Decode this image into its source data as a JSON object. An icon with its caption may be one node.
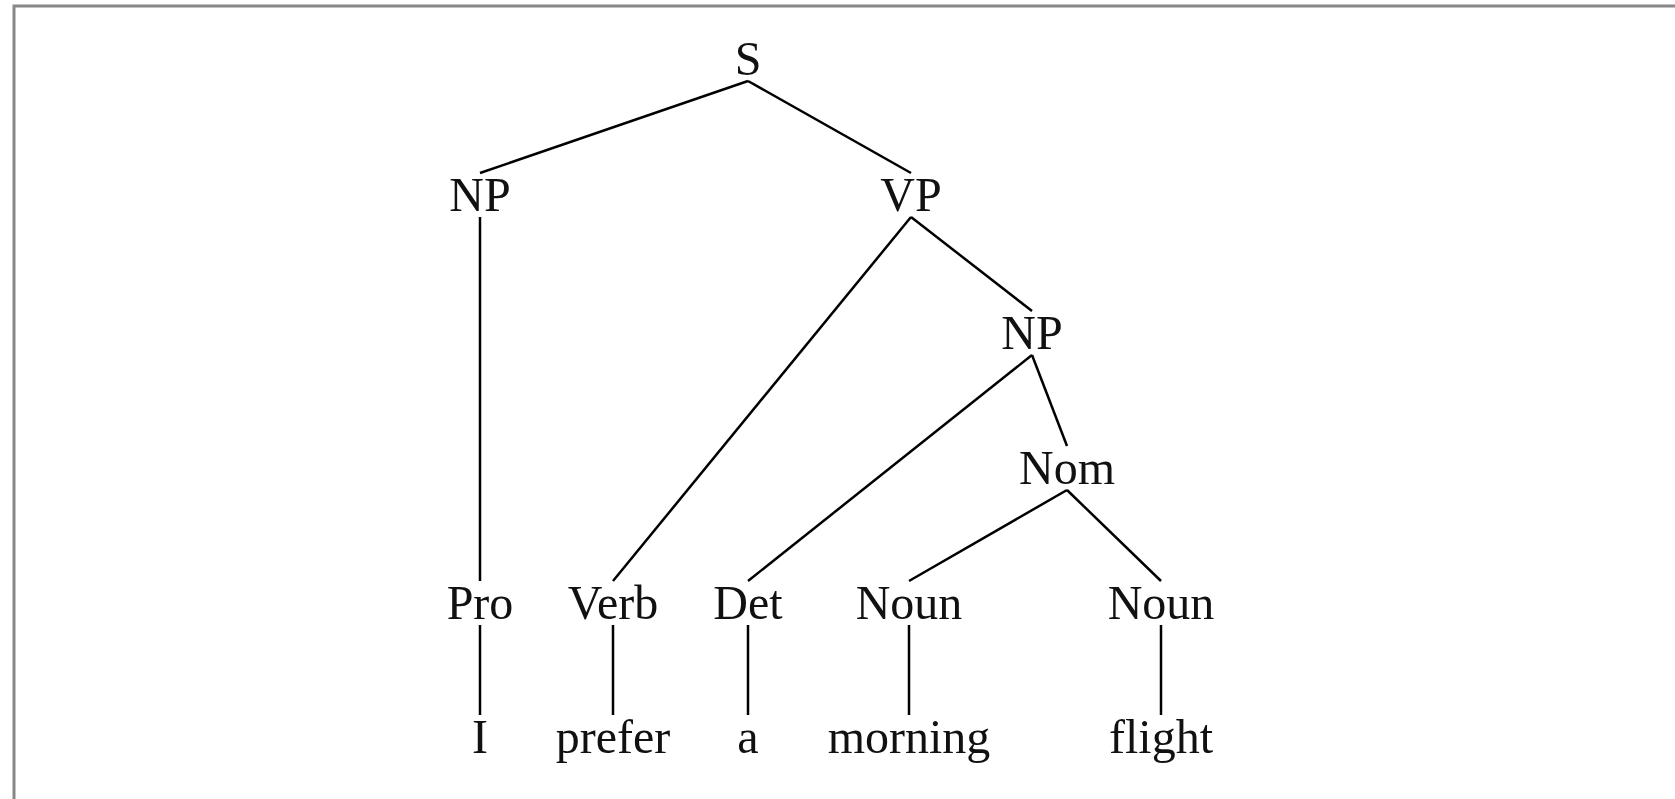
{
  "diagram": {
    "nodes": [
      {
        "text": [
          "S"
        ]
      },
      {
        "text": [
          "NP"
        ]
      },
      {
        "text": [
          "VP"
        ]
      },
      {
        "text": [
          "NP"
        ]
      },
      {
        "text": [
          "Nom"
        ]
      },
      {
        "text": [
          "Pro"
        ]
      },
      {
        "text": [
          "Verb"
        ]
      },
      {
        "text": [
          "Det"
        ]
      },
      {
        "text": [
          "Noun"
        ]
      },
      {
        "text": [
          "Noun"
        ]
      },
      {
        "text": [
          "I"
        ]
      },
      {
        "text": [
          "prefer"
        ]
      },
      {
        "text": [
          "a"
        ]
      },
      {
        "text": [
          "morning"
        ]
      },
      {
        "text": [
          "flight"
        ]
      }
    ],
    "edges": [
      {
        "from": 0,
        "to": 1,
        "arrow": "none"
      },
      {
        "from": 0,
        "to": 2,
        "arrow": "none"
      },
      {
        "from": 1,
        "to": 5,
        "arrow": "none"
      },
      {
        "from": 2,
        "to": 6,
        "arrow": "none"
      },
      {
        "from": 2,
        "to": 3,
        "arrow": "none"
      },
      {
        "from": 3,
        "to": 7,
        "arrow": "none"
      },
      {
        "from": 3,
        "to": 4,
        "arrow": "none"
      },
      {
        "from": 4,
        "to": 8,
        "arrow": "none"
      },
      {
        "from": 4,
        "to": 9,
        "arrow": "none"
      },
      {
        "from": 5,
        "to": 10,
        "arrow": "none"
      },
      {
        "from": 6,
        "to": 11,
        "arrow": "none"
      },
      {
        "from": 7,
        "to": 12,
        "arrow": "none"
      },
      {
        "from": 8,
        "to": 13,
        "arrow": "none"
      },
      {
        "from": 9,
        "to": 14,
        "arrow": "none"
      }
    ]
  }
}
